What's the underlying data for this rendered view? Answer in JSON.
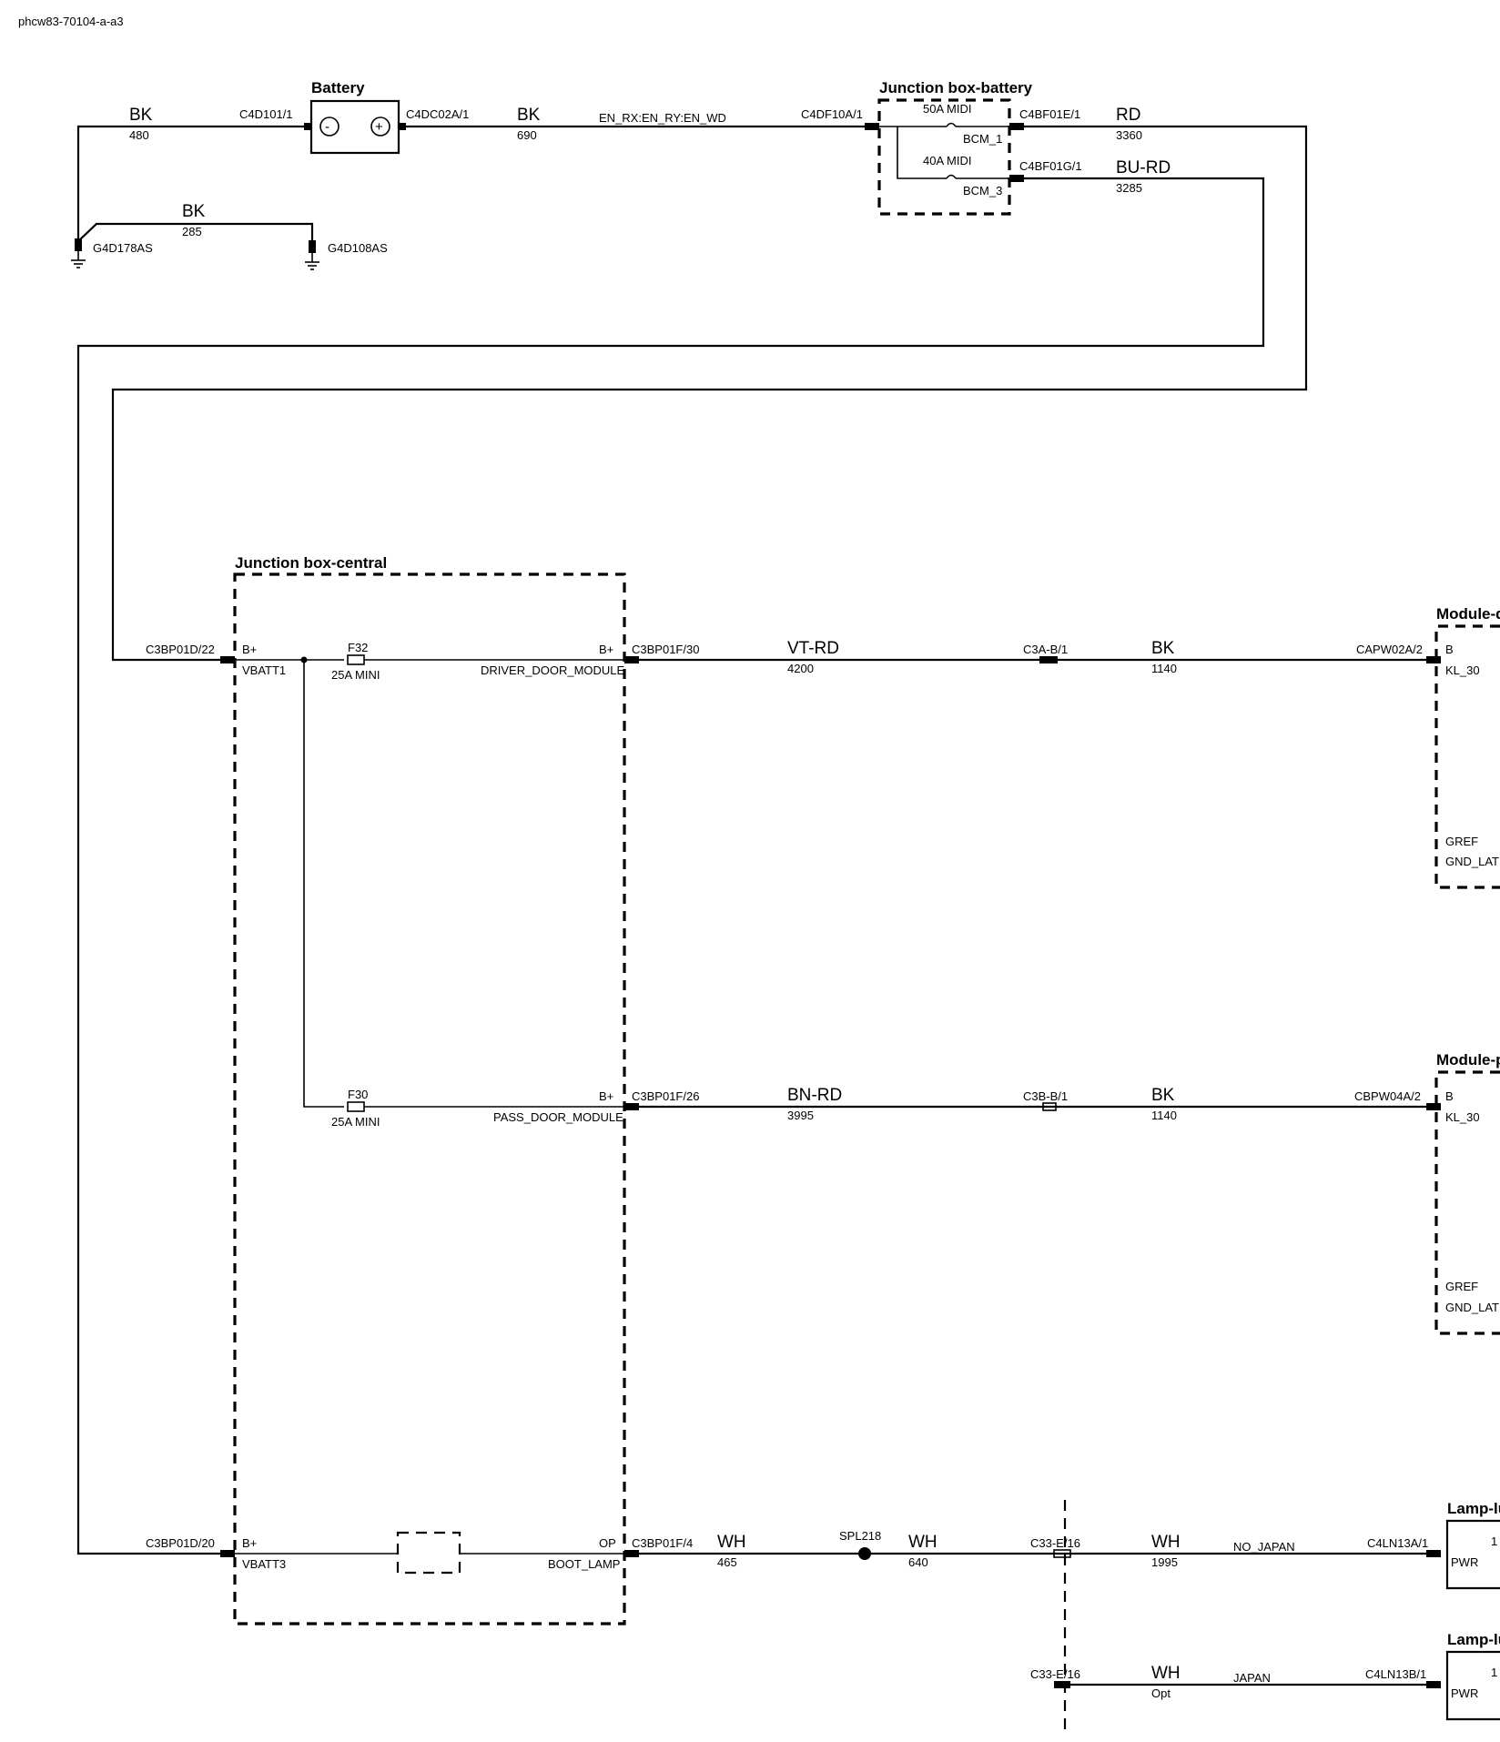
{
  "doc_id": "phcw83-70104-a-a3",
  "components": {
    "battery": "Battery",
    "jb_battery": "Junction box-battery",
    "jb_central": "Junction box-central",
    "module_driver": "Module-d",
    "module_pass": "Module-p",
    "lamp_1": "Lamp-lu",
    "lamp_2": "Lamp-lu"
  },
  "battery_section": {
    "wire_bk_480": {
      "color": "BK",
      "num": "480"
    },
    "wire_bk_690": {
      "color": "BK",
      "num": "690"
    },
    "wire_bk_285": {
      "color": "BK",
      "num": "285"
    },
    "wire_rd_3360": {
      "color": "RD",
      "num": "3360"
    },
    "wire_burd_3285": {
      "color": "BU-RD",
      "num": "3285"
    },
    "c4d101": "C4D101/1",
    "c4dc02a": "C4DC02A/1",
    "c4df10a": "C4DF10A/1",
    "c4bf01e": "C4BF01E/1",
    "c4bf01g": "C4BF01G/1",
    "option_code": "EN_RX:EN_RY:EN_WD",
    "ground_1": "G4D178AS",
    "ground_2": "G4D108AS",
    "fuse_50a": "50A MIDI",
    "fuse_40a": "40A MIDI",
    "bcm_1": "BCM_1",
    "bcm_3": "BCM_3",
    "neg_sym": "-",
    "pos_sym": "+"
  },
  "central": {
    "c3bp01d_22": "C3BP01D/22",
    "c3bp01d_20": "C3BP01D/20",
    "bplus_1": "B+",
    "bplus_2": "B+",
    "bplus_3": "B+",
    "bplus_4": "B+",
    "vbatt1": "VBATT1",
    "vbatt3": "VBATT3",
    "f32": "F32",
    "f32_rating": "25A MINI",
    "f30": "F30",
    "f30_rating": "25A MINI",
    "driver_door_module": "DRIVER_DOOR_MODULE",
    "pass_door_module": "PASS_DOOR_MODULE",
    "op": "OP",
    "boot_lamp": "BOOT_LAMP",
    "c3bp01f_30": "C3BP01F/30",
    "c3bp01f_26": "C3BP01F/26",
    "c3bp01f_4": "C3BP01F/4"
  },
  "driver_branch": {
    "wire1": {
      "color": "VT-RD",
      "num": "4200"
    },
    "inline": "C3A-B/1",
    "wire2": {
      "color": "BK",
      "num": "1140"
    },
    "connector": "CAPW02A/2",
    "pin_b": "B",
    "kl30": "KL_30",
    "gref": "GREF",
    "gnd_lat": "GND_LAT"
  },
  "pass_branch": {
    "wire1": {
      "color": "BN-RD",
      "num": "3995"
    },
    "inline": "C3B-B/1",
    "wire2": {
      "color": "BK",
      "num": "1140"
    },
    "connector": "CBPW04A/2",
    "pin_b": "B",
    "kl30": "KL_30",
    "gref": "GREF",
    "gnd_lat": "GND_LAT"
  },
  "boot_branch": {
    "wire1": {
      "color": "WH",
      "num": "465"
    },
    "splice": "SPL218",
    "wire2": {
      "color": "WH",
      "num": "640"
    },
    "inline_a": "C33-E/16",
    "wire3": {
      "color": "WH",
      "num": "1995"
    },
    "option_a": "NO_JAPAN",
    "conn_a": "C4LN13A/1",
    "pin_a": "1",
    "pwr_a": "PWR",
    "inline_b": "C33-E/16",
    "wire4": {
      "color": "WH",
      "num": "Opt"
    },
    "option_b": "JAPAN",
    "conn_b": "C4LN13B/1",
    "pin_b": "1",
    "pwr_b": "PWR"
  }
}
